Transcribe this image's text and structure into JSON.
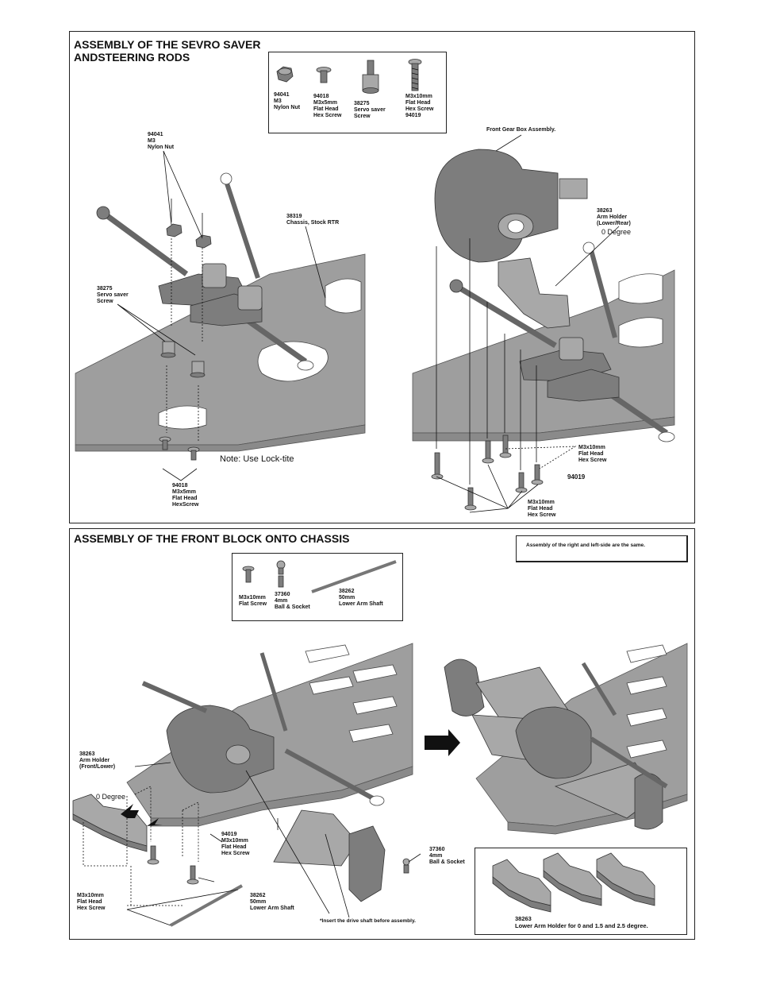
{
  "section1": {
    "title": "ASSEMBLY OF THE SEVRO SAVER\nANDSTEERING RODS",
    "parts": [
      {
        "num": "94041",
        "desc": "M3\nNylon Nut"
      },
      {
        "num": "94018",
        "desc": "M3x5mm\nFlat Head\nHex Screw"
      },
      {
        "num": "38275",
        "desc": "Servo saver\nScrew"
      },
      {
        "num": "M3x10mm",
        "desc": "Flat Head\nHex Screw\n94019"
      }
    ],
    "labels": {
      "nylon_nut": "94041\nM3\nNylon Nut",
      "chassis": "38319\nChassis, Stock RTR",
      "servo_saver": "38275\nServo saver\nScrew",
      "flat_screw": "94018\nM3x5mm\nFlat Head\nHexScrew",
      "front_gearbox": "Front Gear Box Assembly.",
      "arm_holder": "38263\nArm Holder\n(Lower/Rear)",
      "zero_degree": "0 Degree",
      "m3x10_a": "M3x10mm\nFlat Head\nHex Screw",
      "code_94019": "94019",
      "m3x10_b": "M3x10mm\nFlat Head\nHex Screw"
    },
    "note": "Note: Use Lock-tite"
  },
  "section2": {
    "title": "ASSEMBLY OF THE FRONT BLOCK ONTO CHASSIS",
    "note_box": "Assembly of the right and left-side are the same.",
    "parts": [
      {
        "num": "M3x10mm",
        "desc": "Flat Screw"
      },
      {
        "num": "37360",
        "desc": "4mm\nBall & Socket"
      },
      {
        "num": "38262",
        "desc": "50mm\nLower Arm Shaft"
      }
    ],
    "labels": {
      "arm_holder_front": "38263\nArm Holder\n(Front/Lower)",
      "zero_degree": "0 Degree",
      "flat_head_94019": "94019\nM3x10mm\nFlat Head\nHex Screw",
      "m3x10": "M3x10mm\nFlat Head\nHex Screw",
      "shaft": "38262\n50mm\nLower Arm Shaft",
      "ball_socket": "37360\n4mm\nBall & Socket",
      "drive_shaft": "*Insert the drive shaft before assembly.",
      "lower_holder_num": "38263",
      "lower_holder_desc": "Lower Arm Holder for 0 and 1.5 and 2.5 degree."
    }
  }
}
